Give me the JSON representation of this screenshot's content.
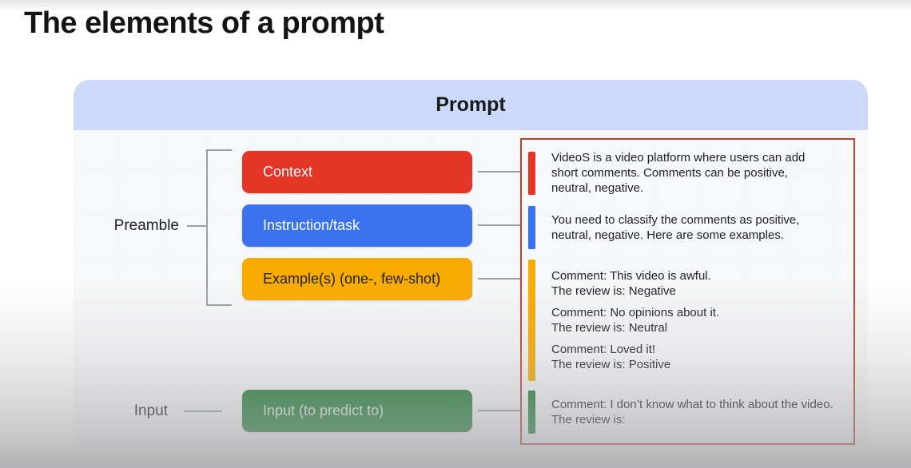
{
  "title": "The elements of a prompt",
  "panel": {
    "header": "Prompt"
  },
  "labels": {
    "preamble": "Preamble",
    "input": "Input"
  },
  "blocks": [
    {
      "label": "Context",
      "color": "#e53526"
    },
    {
      "label": "Instruction/task",
      "color": "#3b72ef"
    },
    {
      "label": "Example(s) (one-, few-shot)",
      "color": "#f9ab00"
    },
    {
      "label": "Input (to predict to)",
      "color": "#1e7e34"
    }
  ],
  "promptBox": {
    "border_color": "#c2402a",
    "items": [
      {
        "color": "#e53526",
        "text": "VideoS is a video platform where users can add\nshort comments. Comments can be positive,\nneutral, negative."
      },
      {
        "color": "#3b72ef",
        "text": "You need to classify the comments as positive,\nneutral, negative. Here are some examples."
      },
      {
        "color": "#f9ab00",
        "examples": [
          "Comment: This video is awful.\nThe review is: Negative",
          "Comment: No opinions about it.\nThe review is: Neutral",
          "Comment: Loved it!\nThe review is: Positive"
        ]
      },
      {
        "color": "#1e7e34",
        "text": "Comment: I don’t know what to think about the video.\nThe review is:"
      }
    ]
  },
  "colors": {
    "header_blue": "#ccd9f8",
    "panel_bg": "#f7f8f9",
    "connector_gray": "#9aa0a6",
    "text_dark": "#202124"
  }
}
